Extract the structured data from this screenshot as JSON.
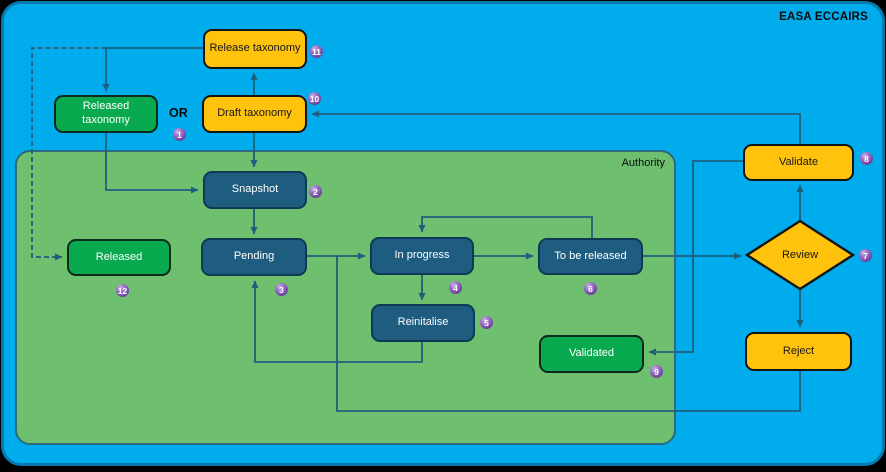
{
  "title": "EASA ECCAIRS",
  "container": {
    "label": "Authority"
  },
  "or_label": "OR",
  "nodes": {
    "release_taxonomy": {
      "label": "Release taxonomy",
      "badge": "11"
    },
    "draft_taxonomy": {
      "label": "Draft taxonomy",
      "badge": "10"
    },
    "released_taxonomy": {
      "label": "Released taxonomy",
      "badge": "1"
    },
    "snapshot": {
      "label": "Snapshot",
      "badge": "2"
    },
    "pending": {
      "label": "Pending",
      "badge": "3"
    },
    "released": {
      "label": "Released",
      "badge": "12"
    },
    "in_progress": {
      "label": "In progress",
      "badge": "4"
    },
    "reinitalise": {
      "label": "Reinitalise",
      "badge": "5"
    },
    "to_be_released": {
      "label": "To be released",
      "badge": "6"
    },
    "validated": {
      "label": "Validated",
      "badge": "9"
    },
    "validate": {
      "label": "Validate",
      "badge": "8"
    },
    "review": {
      "label": "Review",
      "badge": "7"
    },
    "reject": {
      "label": "Reject"
    }
  },
  "edges": [
    {
      "from": "release_taxonomy",
      "to": "released_taxonomy",
      "style": "solid"
    },
    {
      "from": "release_taxonomy",
      "to": "released",
      "style": "dashed"
    },
    {
      "from": "released_taxonomy",
      "to": "snapshot",
      "style": "solid"
    },
    {
      "from": "draft_taxonomy",
      "to": "release_taxonomy",
      "style": "solid"
    },
    {
      "from": "draft_taxonomy",
      "to": "snapshot",
      "style": "solid"
    },
    {
      "from": "snapshot",
      "to": "pending",
      "style": "solid"
    },
    {
      "from": "pending",
      "to": "in_progress",
      "style": "solid"
    },
    {
      "from": "in_progress",
      "to": "to_be_released",
      "style": "solid"
    },
    {
      "from": "to_be_released",
      "to": "in_progress",
      "style": "solid"
    },
    {
      "from": "in_progress",
      "to": "reinitalise",
      "style": "solid"
    },
    {
      "from": "reinitalise",
      "to": "pending",
      "style": "solid"
    },
    {
      "from": "to_be_released",
      "to": "review",
      "style": "solid"
    },
    {
      "from": "review",
      "to": "validate",
      "style": "solid"
    },
    {
      "from": "review",
      "to": "reject",
      "style": "solid"
    },
    {
      "from": "validate",
      "to": "draft_taxonomy",
      "style": "solid"
    },
    {
      "from": "validate",
      "to": "validated",
      "style": "solid"
    },
    {
      "from": "reject",
      "to": "in_progress",
      "style": "solid"
    }
  ],
  "colors": {
    "background_blue": "#00ACEC",
    "authority_green": "#6EC06E",
    "action_yellow": "#FFC30D",
    "state_green": "#09A94F",
    "process_blue": "#1E5C80",
    "connector": "#1E5F7E",
    "badge_purple": "#7443A4"
  }
}
